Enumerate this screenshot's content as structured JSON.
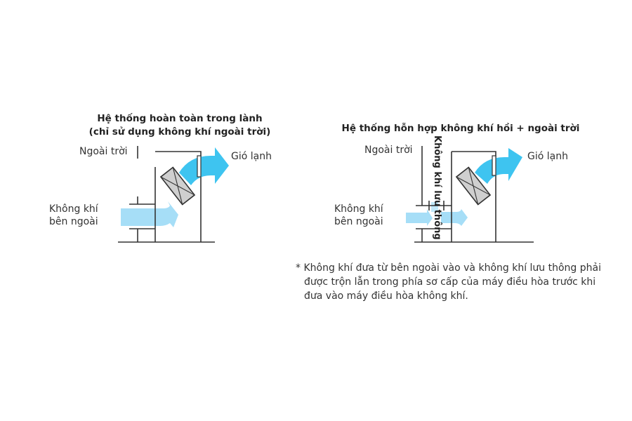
{
  "left_diagram": {
    "title_line1": "Hệ thống hoàn toàn trong lành",
    "title_line2": "(chỉ sử dụng không khí ngoài trời)",
    "label_outdoor": "Ngoài trời",
    "label_cold_air": "Gió lạnh",
    "label_outside_air_line1": "Không khí",
    "label_outside_air_line2": "bên ngoài"
  },
  "right_diagram": {
    "title": "Hệ thống hỗn hợp không khí hồi + ngoài trời",
    "label_outdoor": "Ngoài trời",
    "label_return_air": "Không khí lưu thông",
    "label_cold_air": "Gió lạnh",
    "label_outside_air_line1": "Không khí",
    "label_outside_air_line2": "bên ngoài"
  },
  "note": {
    "line1": "* Không khí đưa từ bên ngoài vào và không khí lưu thông phải",
    "line2": "được trộn lẫn trong phía sơ cấp của máy điều hòa trước khi",
    "line3": "đưa vào máy điều hòa không khí."
  },
  "colors": {
    "cold_air_arrow": "#3ec4f0",
    "outside_air_arrow": "#a6def7",
    "coil_fill": "#cfcfcf",
    "line": "#333333"
  }
}
